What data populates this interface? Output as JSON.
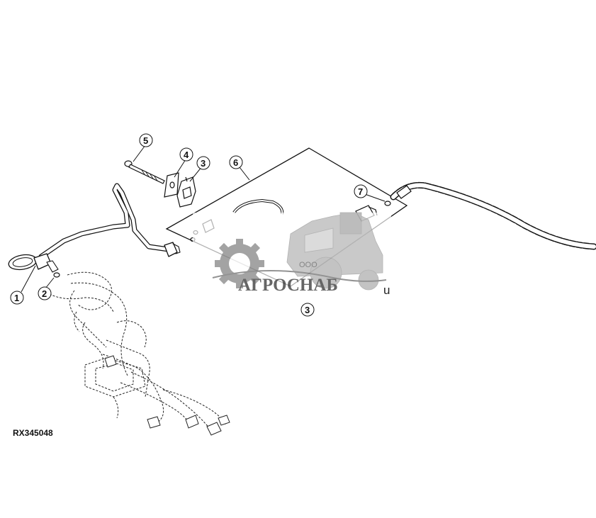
{
  "figure_id": "RX345048",
  "callouts": {
    "c1": "1",
    "c2": "2",
    "c3": "3",
    "c3b": "3",
    "c4": "4",
    "c5": "5",
    "c6": "6",
    "c7": "7"
  },
  "watermark": {
    "prefix": "ООО",
    "brand": "АГРОСНАБ",
    "suffix": "u"
  }
}
